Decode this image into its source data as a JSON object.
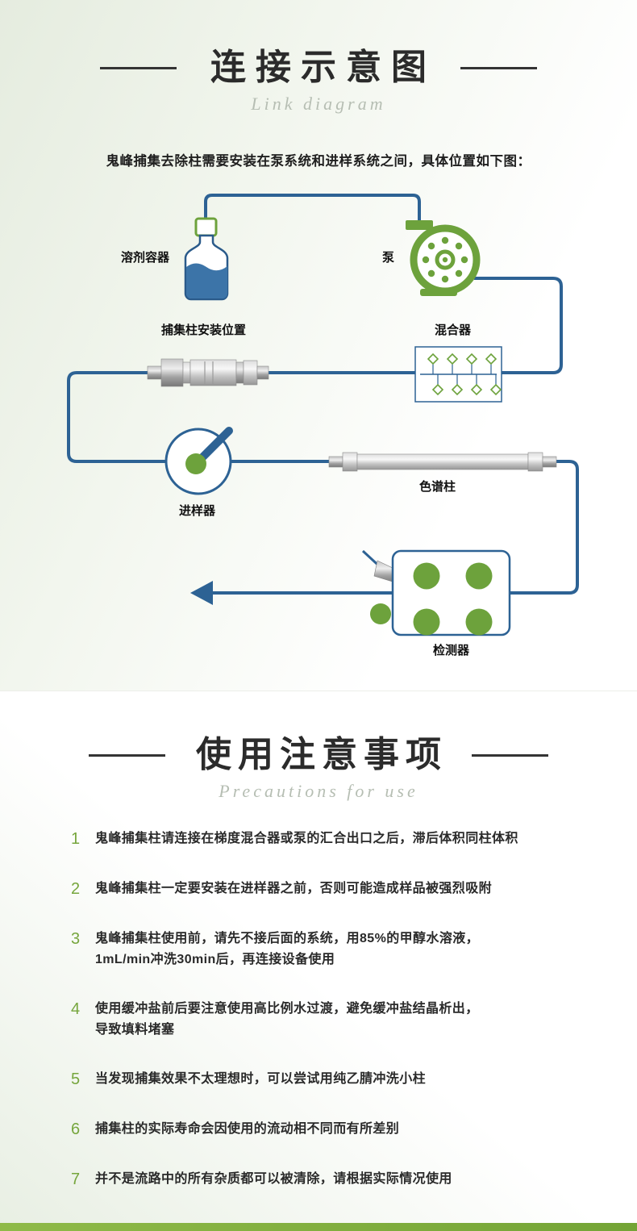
{
  "colors": {
    "flow_blue": "#2d6294",
    "accent_green": "#6da23c",
    "number_green": "#76a63d",
    "title_dark": "#2b2b2b",
    "subtitle_gray": "#b6beb3",
    "bottom_bar_green": "#83ae3e"
  },
  "link_section": {
    "title": "连接示意图",
    "subtitle": "Link diagram",
    "intro": "鬼峰捕集去除柱需要安装在泵系统和进样系统之间，具体位置如下图：",
    "labels": {
      "solvent_container": "溶剂容器",
      "pump": "泵",
      "trap_position": "捕集柱安装位置",
      "mixer": "混合器",
      "injector": "进样器",
      "column": "色谱柱",
      "detector": "检测器"
    },
    "icons": [
      "solvent-bottle-icon",
      "pump-icon",
      "trap-column-icon",
      "mixer-icon",
      "injector-icon",
      "chromatography-column-icon",
      "detector-icon",
      "flow-arrow-icon"
    ]
  },
  "precautions_section": {
    "title": "使用注意事项",
    "subtitle": "Precautions for use",
    "items": [
      {
        "num": "1",
        "text": "鬼峰捕集柱请连接在梯度混合器或泵的汇合出口之后，滞后体积同柱体积"
      },
      {
        "num": "2",
        "text": "鬼峰捕集柱一定要安装在进样器之前，否则可能造成样品被强烈吸附"
      },
      {
        "num": "3",
        "text": "鬼峰捕集柱使用前，请先不接后面的系统，用85%的甲醇水溶液，\n1mL/min冲洗30min后，再连接设备使用"
      },
      {
        "num": "4",
        "text": "使用缓冲盐前后要注意使用高比例水过渡，避免缓冲盐结晶析出，\n导致填料堵塞"
      },
      {
        "num": "5",
        "text": "当发现捕集效果不太理想时，可以尝试用纯乙腈冲洗小柱"
      },
      {
        "num": "6",
        "text": "捕集柱的实际寿命会因使用的流动相不同而有所差别"
      },
      {
        "num": "7",
        "text": "并不是流路中的所有杂质都可以被清除，请根据实际情况使用"
      }
    ]
  }
}
